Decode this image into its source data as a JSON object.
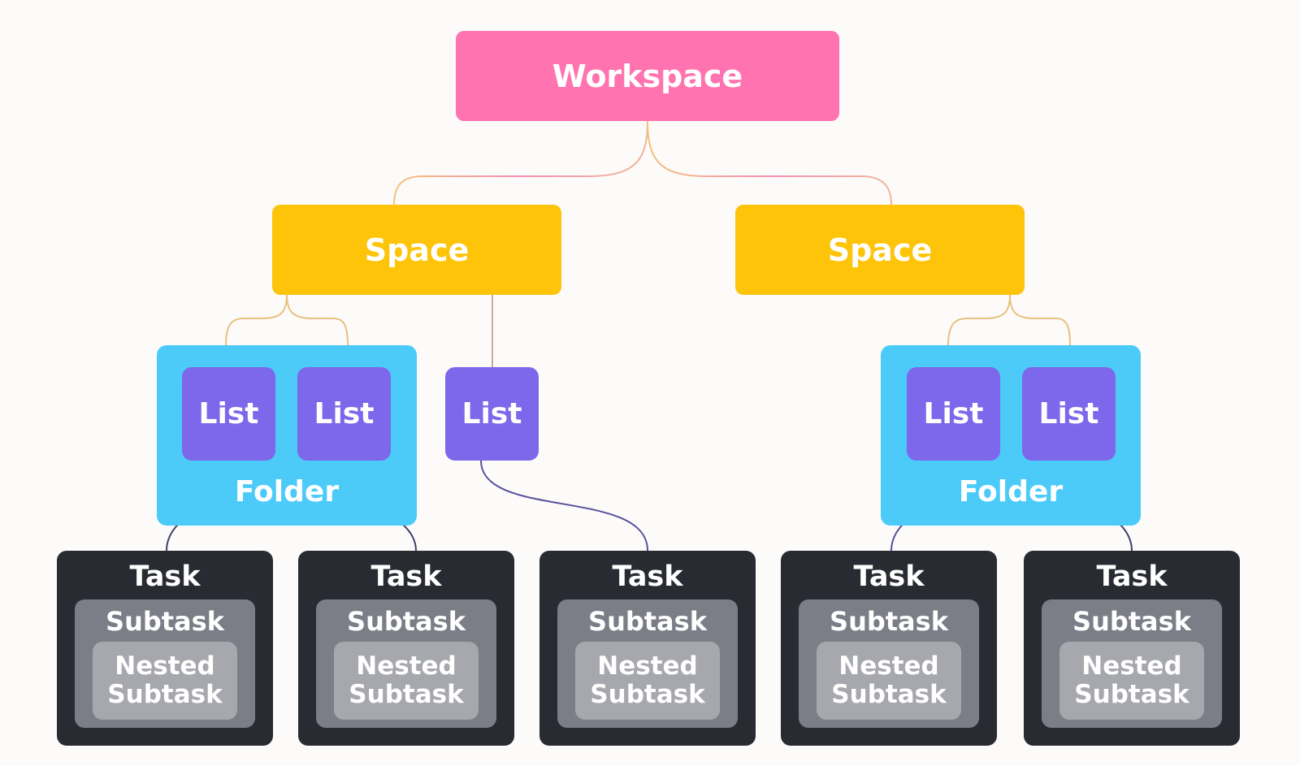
{
  "diagram": {
    "workspace": {
      "label": "Workspace"
    },
    "spaces": [
      {
        "label": "Space"
      },
      {
        "label": "Space"
      }
    ],
    "folders": [
      {
        "label": "Folder",
        "lists": [
          {
            "label": "List"
          },
          {
            "label": "List"
          }
        ]
      },
      {
        "label": "Folder",
        "lists": [
          {
            "label": "List"
          },
          {
            "label": "List"
          }
        ]
      }
    ],
    "standalone_list": {
      "label": "List"
    },
    "tasks": [
      {
        "label": "Task",
        "subtask": "Subtask",
        "nested": "Nested\nSubtask"
      },
      {
        "label": "Task",
        "subtask": "Subtask",
        "nested": "Nested\nSubtask"
      },
      {
        "label": "Task",
        "subtask": "Subtask",
        "nested": "Nested\nSubtask"
      },
      {
        "label": "Task",
        "subtask": "Subtask",
        "nested": "Nested\nSubtask"
      },
      {
        "label": "Task",
        "subtask": "Subtask",
        "nested": "Nested\nSubtask"
      }
    ]
  },
  "colors": {
    "workspace": "#ff74b0",
    "space": "#fdc409",
    "folder": "#4ccbf9",
    "list": "#7d67ea",
    "task": "#292b33",
    "subtask": "#7b7e87",
    "nested_subtask": "#a6a8ae",
    "connector_workspace_space": "#f59ab0",
    "connector_space_child": "#e8c080",
    "connector_list_task": "#5a4f9a"
  }
}
